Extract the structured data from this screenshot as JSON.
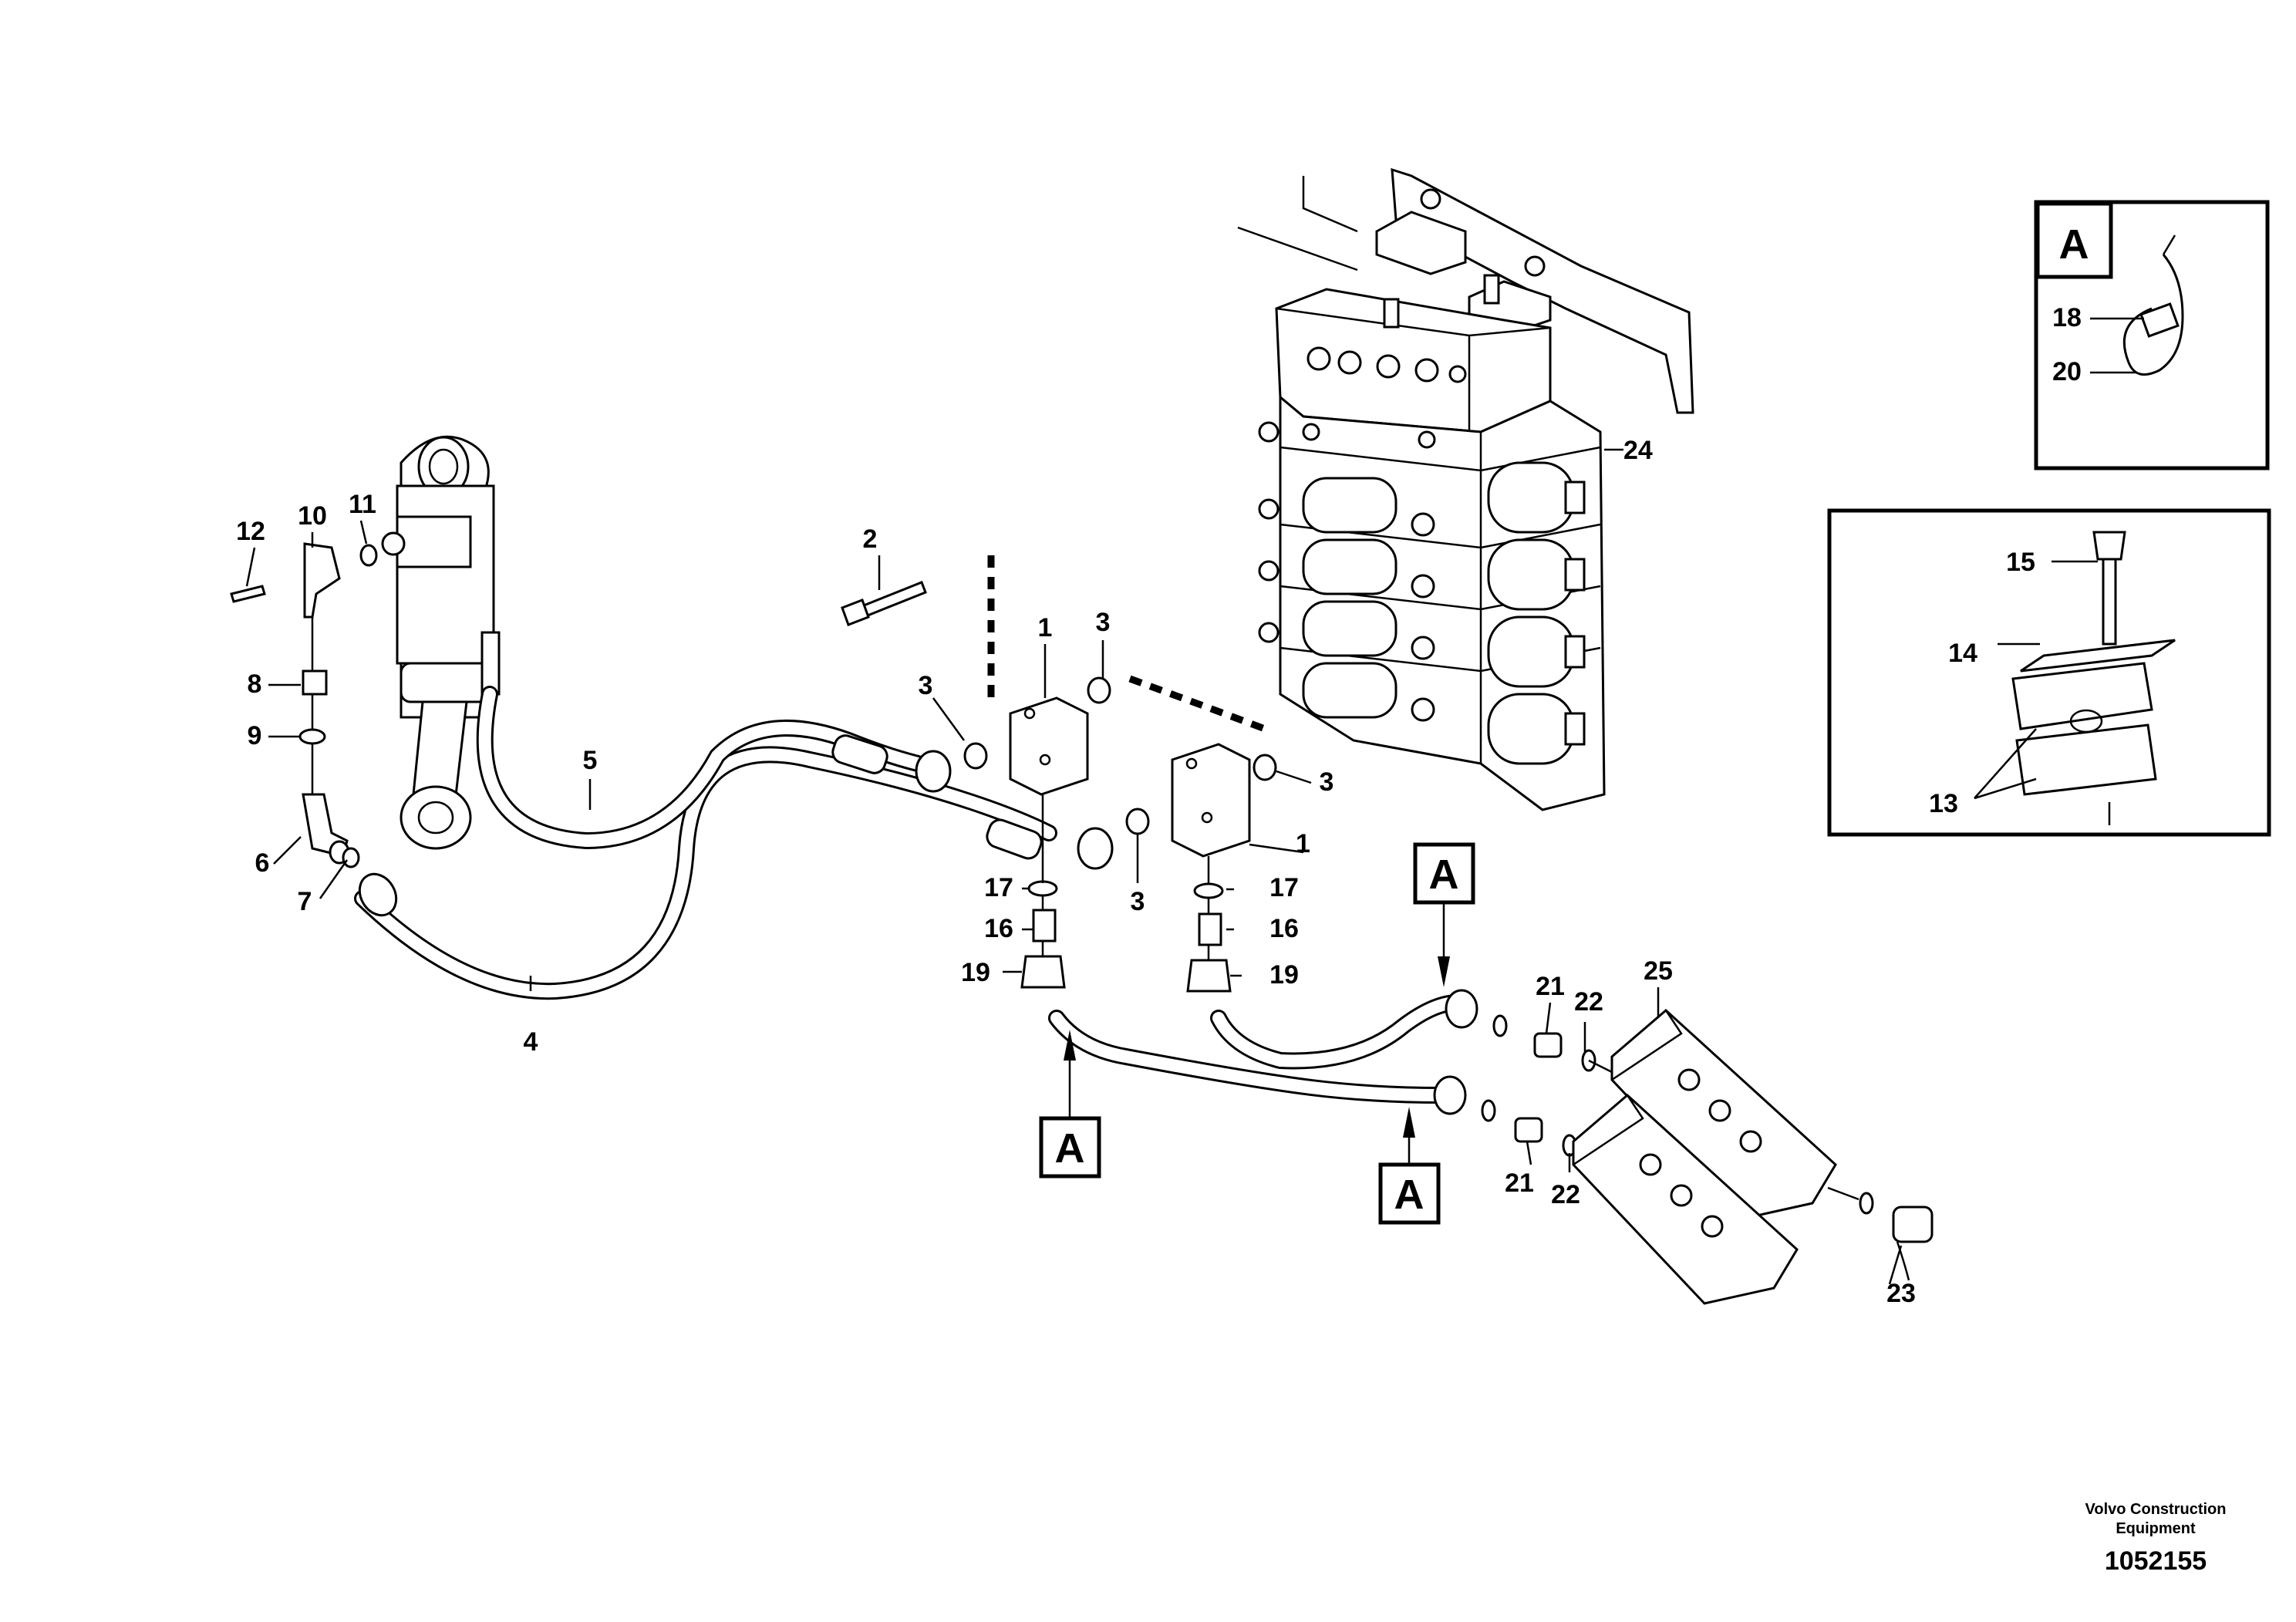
{
  "callouts": {
    "c1a": "1",
    "c1b": "1",
    "c2": "2",
    "c3a": "3",
    "c3b": "3",
    "c3c": "3",
    "c3d": "3",
    "c4": "4",
    "c5": "5",
    "c6": "6",
    "c7": "7",
    "c8": "8",
    "c9": "9",
    "c10": "10",
    "c11": "11",
    "c12": "12",
    "c13": "13",
    "c14": "14",
    "c15": "15",
    "c16a": "16",
    "c16b": "16",
    "c17a": "17",
    "c17b": "17",
    "c18": "18",
    "c19a": "19",
    "c19b": "19",
    "c20": "20",
    "c21a": "21",
    "c21b": "21",
    "c22a": "22",
    "c22b": "22",
    "c23": "23",
    "c24": "24",
    "c25": "25"
  },
  "detail_refs": {
    "inset_a": "A",
    "ref_1": "A",
    "ref_2": "A",
    "ref_3": "A"
  },
  "footer": {
    "company_line1": "Volvo Construction",
    "company_line2": "Equipment",
    "drawing_number": "1052155"
  }
}
